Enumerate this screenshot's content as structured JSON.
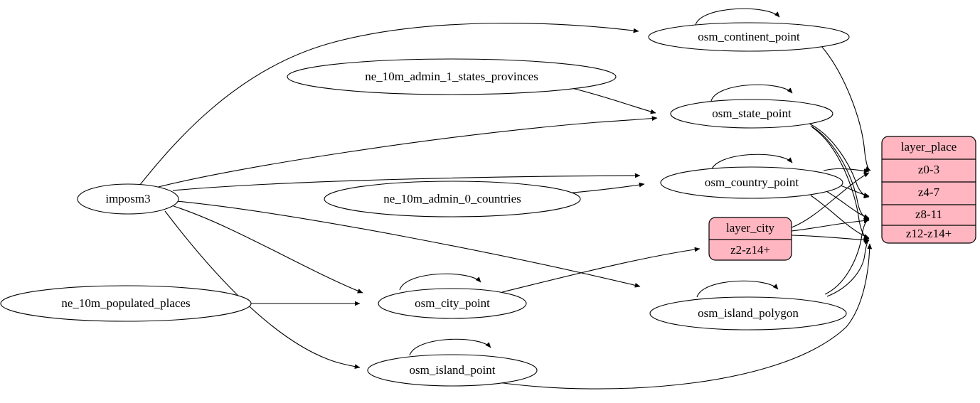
{
  "diagram": {
    "type": "directed-graph",
    "title": "",
    "background": "#ffffff",
    "edge_color": "#000000",
    "record_fill": "#ffb6c1",
    "ellipse_fill": "#ffffff"
  },
  "nodes": {
    "imposm3": "imposm3",
    "ne_populated_places": "ne_10m_populated_places",
    "ne_admin_1": "ne_10m_admin_1_states_provinces",
    "ne_admin_0": "ne_10m_admin_0_countries",
    "osm_continent_point": "osm_continent_point",
    "osm_state_point": "osm_state_point",
    "osm_country_point": "osm_country_point",
    "osm_city_point": "osm_city_point",
    "osm_island_point": "osm_island_point",
    "osm_island_polygon": "osm_island_polygon"
  },
  "records": {
    "layer_place": {
      "header": "layer_place",
      "rows": [
        "z0-3",
        "z4-7",
        "z8-11",
        "z12-z14+"
      ]
    },
    "layer_city": {
      "header": "layer_city",
      "rows": [
        "z2-z14+"
      ]
    }
  },
  "edges": [
    {
      "from": "imposm3",
      "to": "osm_continent_point"
    },
    {
      "from": "imposm3",
      "to": "osm_state_point"
    },
    {
      "from": "imposm3",
      "to": "osm_country_point"
    },
    {
      "from": "imposm3",
      "to": "osm_city_point"
    },
    {
      "from": "imposm3",
      "to": "osm_island_point"
    },
    {
      "from": "imposm3",
      "to": "osm_island_polygon"
    },
    {
      "from": "ne_10m_admin_1_states_provinces",
      "to": "osm_state_point"
    },
    {
      "from": "ne_10m_admin_0_countries",
      "to": "osm_country_point"
    },
    {
      "from": "ne_10m_populated_places",
      "to": "osm_city_point"
    },
    {
      "from": "osm_continent_point",
      "to": "osm_continent_point"
    },
    {
      "from": "osm_state_point",
      "to": "osm_state_point"
    },
    {
      "from": "osm_country_point",
      "to": "osm_country_point"
    },
    {
      "from": "osm_city_point",
      "to": "osm_city_point"
    },
    {
      "from": "osm_island_point",
      "to": "osm_island_point"
    },
    {
      "from": "osm_island_polygon",
      "to": "osm_island_polygon"
    },
    {
      "from": "osm_continent_point",
      "to": "layer_place.z0-3"
    },
    {
      "from": "osm_state_point",
      "to": "layer_place.z4-7"
    },
    {
      "from": "osm_state_point",
      "to": "layer_place.z8-11"
    },
    {
      "from": "osm_state_point",
      "to": "layer_place.z12-z14+"
    },
    {
      "from": "osm_country_point",
      "to": "layer_place.z0-3"
    },
    {
      "from": "osm_country_point",
      "to": "layer_place.z4-7"
    },
    {
      "from": "osm_country_point",
      "to": "layer_place.z8-11"
    },
    {
      "from": "osm_country_point",
      "to": "layer_place.z12-z14+"
    },
    {
      "from": "osm_city_point",
      "to": "layer_city.z2-z14+"
    },
    {
      "from": "osm_island_polygon",
      "to": "layer_place.z8-11"
    },
    {
      "from": "osm_island_polygon",
      "to": "layer_place.z12-z14+"
    },
    {
      "from": "osm_island_point",
      "to": "layer_place.z12-z14+"
    },
    {
      "from": "layer_city.z2-z14+",
      "to": "layer_place.z0-3"
    },
    {
      "from": "layer_city.z2-z14+",
      "to": "layer_place.z8-11"
    },
    {
      "from": "layer_city.z2-z14+",
      "to": "layer_place.z12-z14+"
    }
  ]
}
